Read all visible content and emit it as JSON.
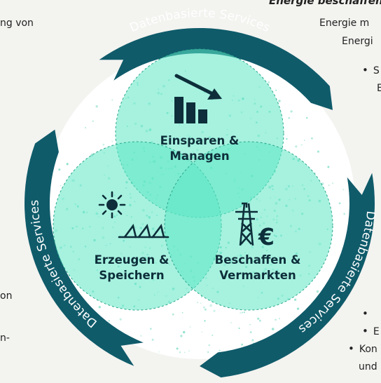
{
  "page": {
    "top_heading_fragment": "Energie beschaffen",
    "left_fragment_top": "ng von",
    "right_fragment_1": "Energie m",
    "right_fragment_2": "Energi",
    "right_bullet_top": "S",
    "right_bullet_top_2": "E",
    "left_fragment_bottom_1": "on",
    "left_fragment_bottom_2": "n-",
    "right_bullet_bottom_1": "",
    "right_bullet_bottom_2": "E",
    "right_bullet_bottom_3": "Kon",
    "right_fragment_bottom": "und"
  },
  "diagram": {
    "ring_color": "#0f5b6a",
    "circle_fill": "#5ce8c4",
    "circle_edge": "#2aa58b",
    "ring_labels": {
      "top": "Datenbasierte Services",
      "left": "Datenbasierte Services",
      "right": "Datenbasierte Services"
    },
    "circles": {
      "top": {
        "line1": "Einsparen &",
        "line2": "Managen",
        "icon": "bar-chart-down-arrow-icon"
      },
      "left": {
        "line1": "Erzeugen &",
        "line2": "Speichern",
        "icon": "sun-solar-panel-icon"
      },
      "right": {
        "line1": "Beschaffen &",
        "line2": "Vermarkten",
        "icon": "power-pylon-euro-icon"
      }
    }
  }
}
